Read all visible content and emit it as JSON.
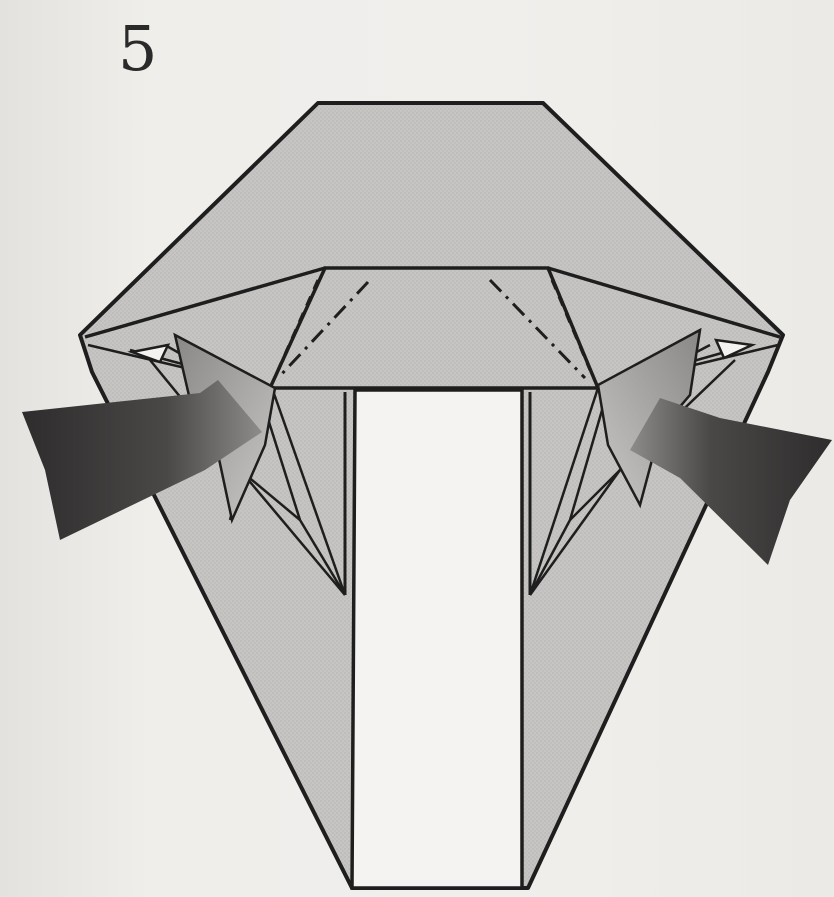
{
  "step": {
    "number": "5"
  },
  "figure": {
    "colors": {
      "paper": "#c4c3c1",
      "paper_light": "#cfcecc",
      "white_strip": "#f4f3f1",
      "line": "#1e1e1e",
      "arrow_dark": "#3a3838",
      "arrow_light": "#9a9896"
    },
    "arrows": [
      {
        "name": "left-push-arrow",
        "direction": "inward-right"
      },
      {
        "name": "right-push-arrow",
        "direction": "inward-left"
      }
    ]
  }
}
